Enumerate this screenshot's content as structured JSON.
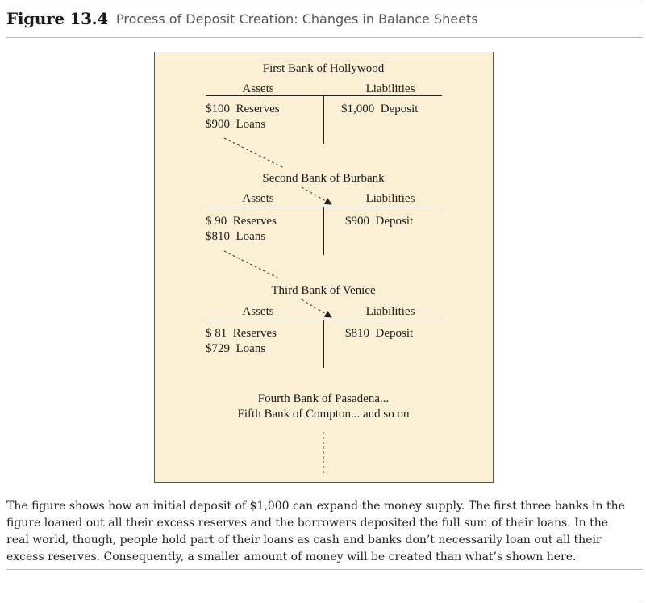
{
  "figure": {
    "number": "Figure 13.4",
    "title": "Process of Deposit Creation: Changes in Balance Sheets"
  },
  "banks": [
    {
      "name": "First Bank of Hollywood",
      "assets_header": "Assets",
      "liabilities_header": "Liabilities",
      "assets": [
        "$100  Reserves",
        "$900  Loans"
      ],
      "liabilities": [
        "$1,000  Deposit"
      ]
    },
    {
      "name": "Second Bank of Burbank",
      "assets_header": "Assets",
      "liabilities_header": "Liabilities",
      "assets": [
        "$ 90  Reserves",
        "$810  Loans"
      ],
      "liabilities": [
        "$900  Deposit"
      ]
    },
    {
      "name": "Third Bank of Venice",
      "assets_header": "Assets",
      "liabilities_header": "Liabilities",
      "assets": [
        "$ 81  Reserves",
        "$729  Loans"
      ],
      "liabilities": [
        "$810  Deposit"
      ]
    }
  ],
  "continuation": [
    "Fourth Bank of Pasadena...",
    "Fifth Bank of Compton... and so on"
  ],
  "caption": "The figure shows how an initial deposit of $1,000 can expand the money supply. The first three banks in the figure loaned out all their excess reserves and the borrowers deposited the full sum of their loans. In the real world, though, people hold part of their loans as cash and banks don’t necessarily loan out all their excess reserves. Consequently, a smaller amount of money will be created than what’s shown here."
}
